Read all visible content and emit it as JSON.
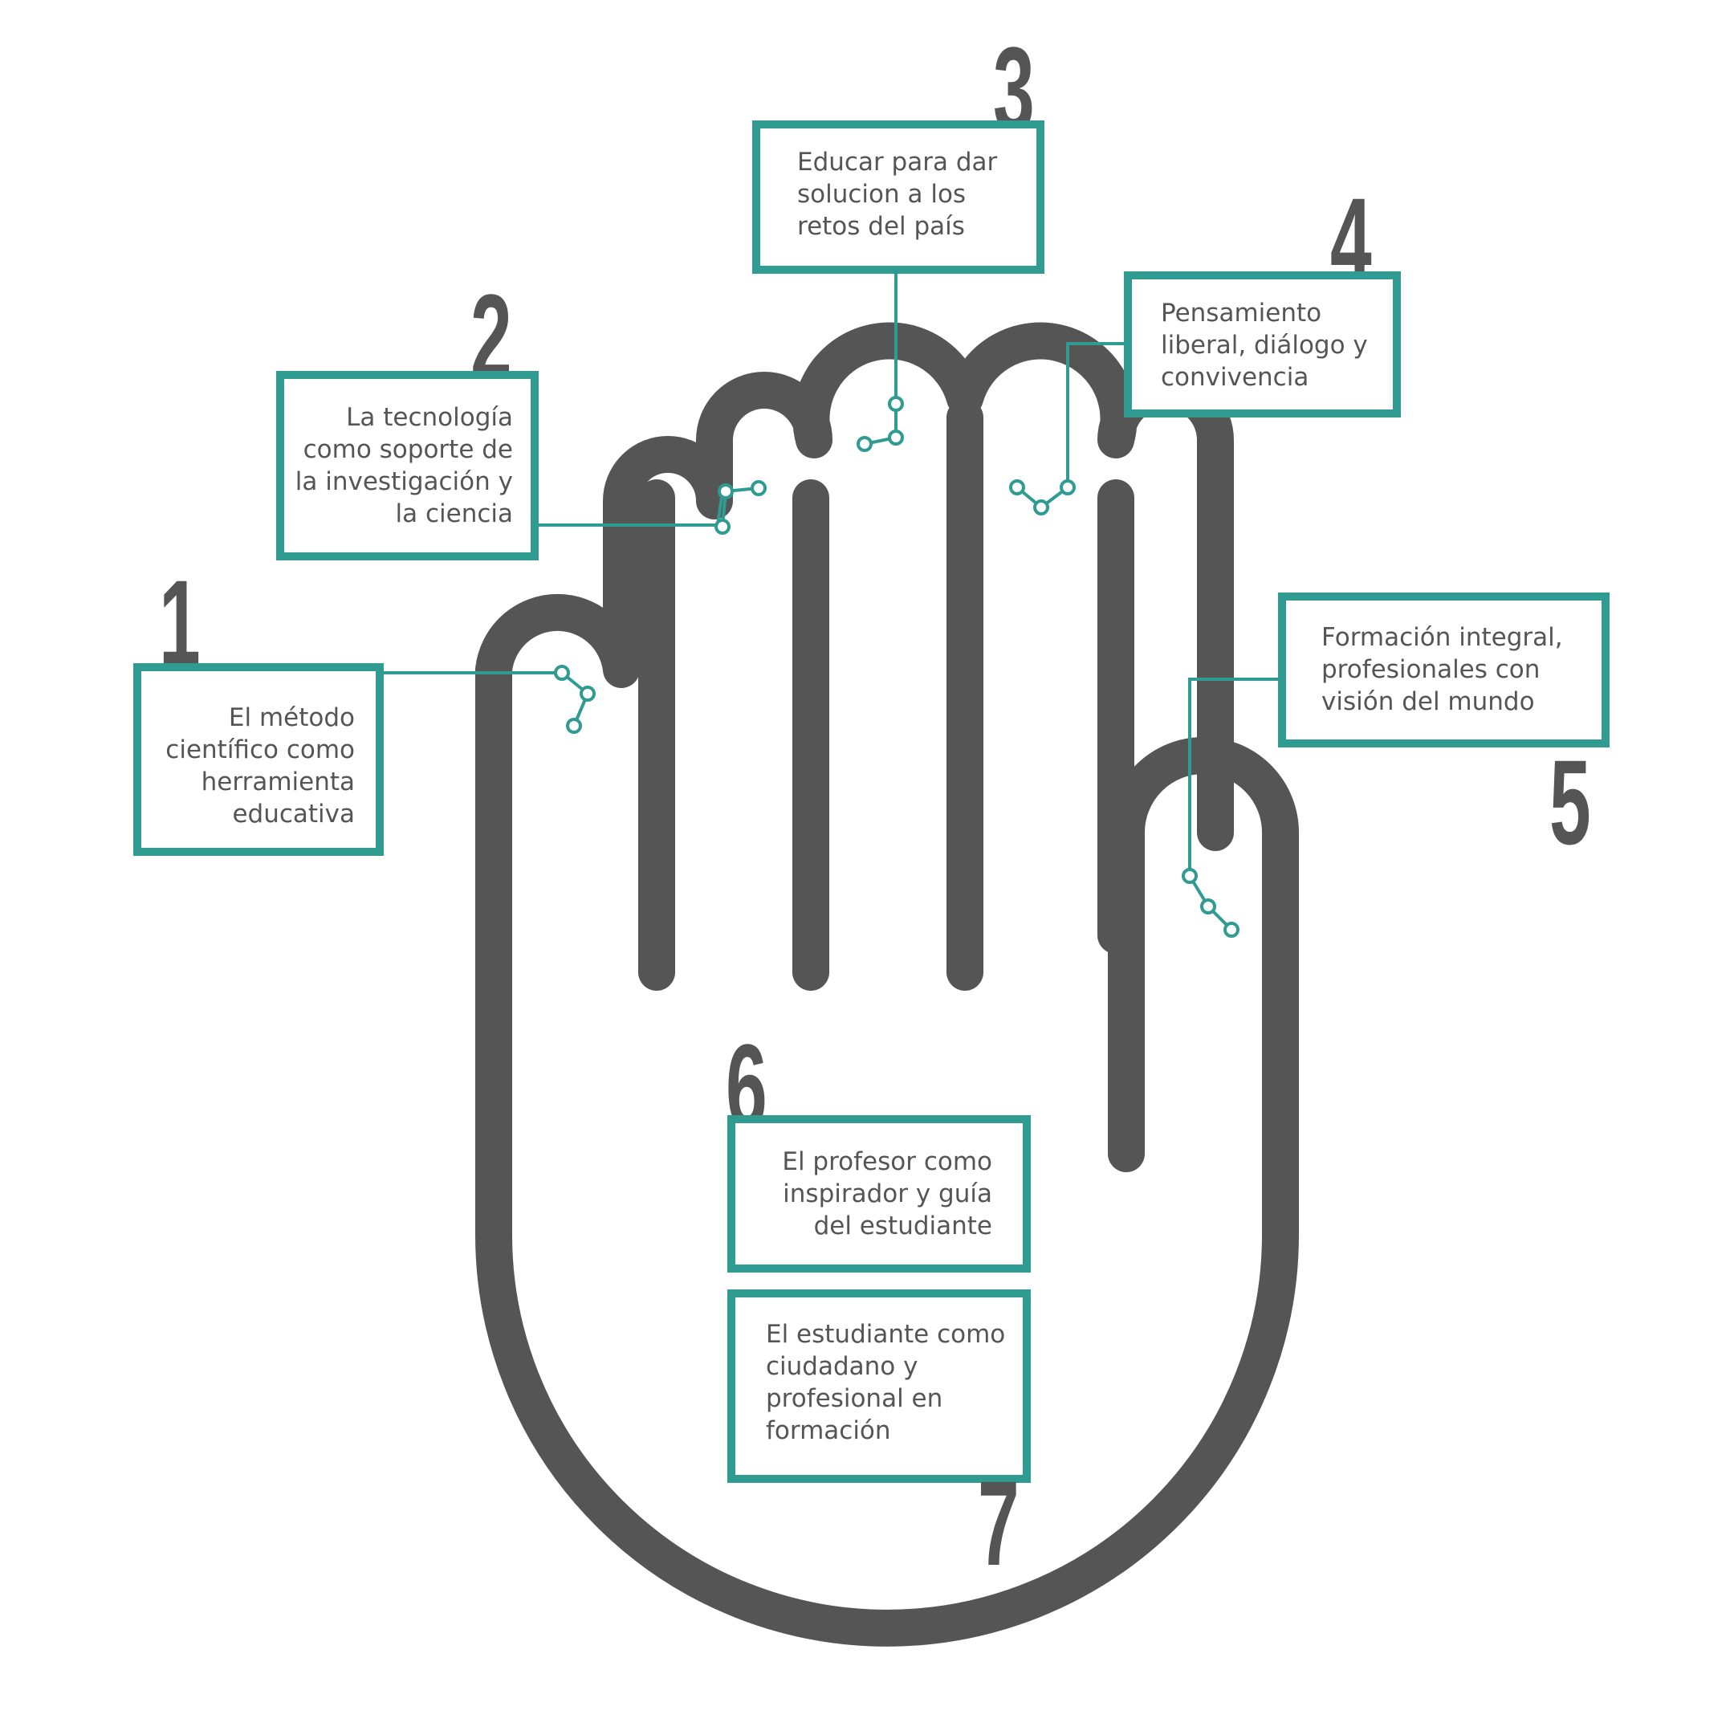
{
  "colors": {
    "hand": "#555555",
    "accent": "#2f9b91",
    "text": "#555555",
    "background": "#ffffff"
  },
  "items": [
    {
      "number": "1",
      "text": "El método\ncientífico como\nherramienta\neducativa"
    },
    {
      "number": "2",
      "text": "La tecnología\ncomo soporte de\nla investigación y\nla ciencia"
    },
    {
      "number": "3",
      "text": "Educar para dar\nsolucion a los\nretos del país"
    },
    {
      "number": "4",
      "text": "Pensamiento\nliberal, diálogo y\nconvivencia"
    },
    {
      "number": "5",
      "text": "Formación integral,\nprofesionales con\nvisión del mundo"
    },
    {
      "number": "6",
      "text": "El profesor como\ninspirador y guía\ndel estudiante"
    },
    {
      "number": "7",
      "text": "El estudiante como\nciudadano y\nprofesional en\nformación"
    }
  ]
}
